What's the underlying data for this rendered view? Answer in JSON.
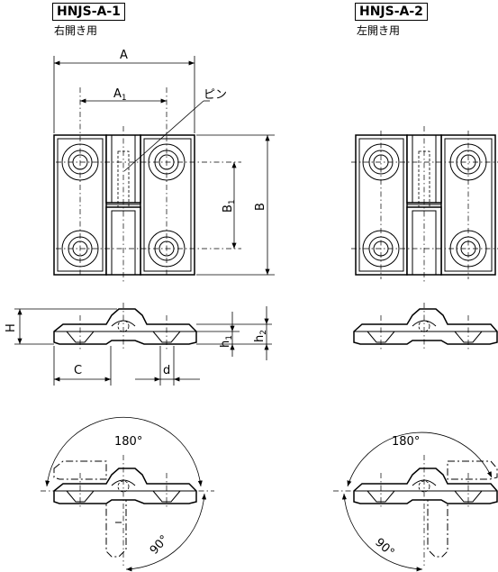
{
  "variants": [
    {
      "model": "HNJS-A-1",
      "subtitle": "右開き用"
    },
    {
      "model": "HNJS-A-2",
      "subtitle": "左開き用"
    }
  ],
  "labels": {
    "pin": "ピン",
    "A": "A",
    "A1_main": "A",
    "A1_sub": "1",
    "B": "B",
    "B1_main": "B",
    "B1_sub": "1",
    "H": "H",
    "h1_main": "h",
    "h1_sub": "1",
    "h2_main": "h",
    "h2_sub": "2",
    "C": "C",
    "d": "d",
    "angle_open": "180°",
    "angle_right": "90°"
  }
}
